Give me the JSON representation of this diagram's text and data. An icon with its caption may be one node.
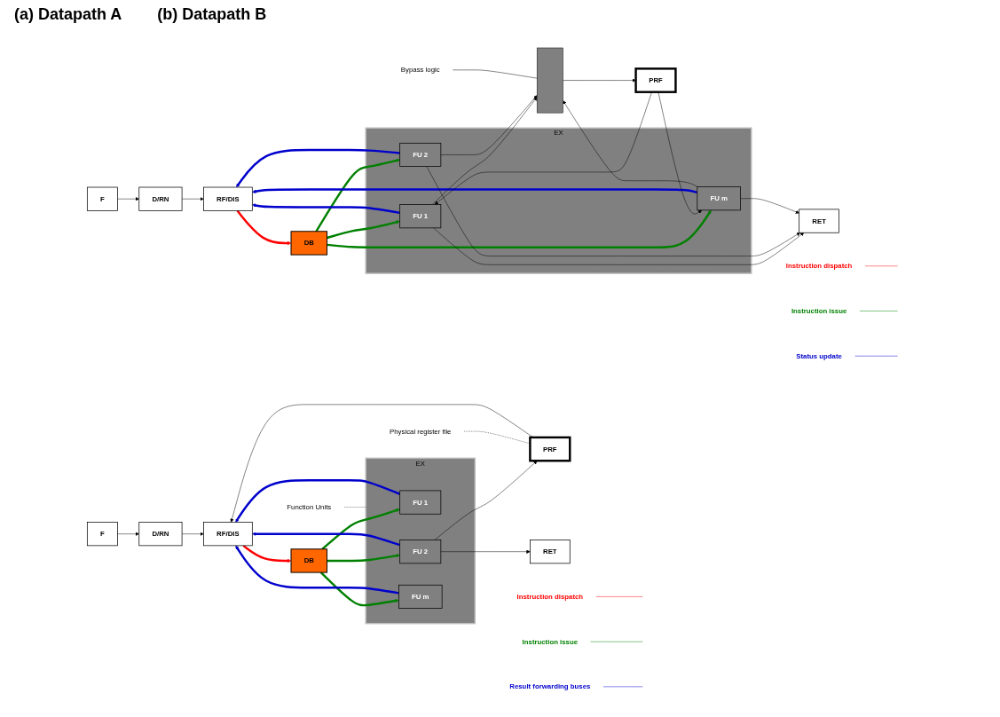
{
  "diagram": {
    "nodes": [
      {
        "text": [
          "F"
        ]
      },
      {
        "text": [
          "D/RN"
        ]
      },
      {
        "text": [
          "RF/DIS"
        ]
      },
      {
        "text": [
          "PRF"
        ]
      },
      {
        "text": [
          "DB"
        ]
      },
      {
        "text": [
          "EX"
        ]
      },
      {
        "text": [
          "FU 1"
        ],
        "in": 5
      },
      {
        "text": [
          "FU 2"
        ],
        "in": 5
      },
      {
        "text": [
          "FU m"
        ],
        "in": 5
      },
      {
        "text": [
          "RET"
        ]
      },
      {
        "text": [
          "Physical register file"
        ]
      },
      {
        "text": [
          "Instruction dispatch"
        ]
      },
      {
        "text": [
          "Instruction issue"
        ]
      },
      {
        "text": [
          "Function Units"
        ]
      },
      {
        "text": [
          "Result forwarding buses"
        ]
      },
      {
        "text": [
          "F"
        ]
      },
      {
        "text": [
          "D/RN"
        ]
      },
      {
        "text": [
          "RF/DIS"
        ]
      },
      {
        "text": [
          "PRF"
        ]
      },
      {
        "text": [],
        "shape": "bar"
      },
      {
        "text": [
          "DB"
        ]
      },
      {
        "text": [
          "EX"
        ]
      },
      {
        "text": [
          "FU 1"
        ],
        "in": 21
      },
      {
        "text": [
          "FU 2"
        ],
        "in": 21
      },
      {
        "text": [
          "FU m"
        ],
        "in": 21
      },
      {
        "text": [
          "RET"
        ]
      },
      {
        "text": [
          "Bypass logic"
        ]
      },
      {
        "text": [
          "Instruction dispatch"
        ]
      },
      {
        "text": [
          "Instruction issue"
        ]
      },
      {
        "text": [
          "Status update"
        ]
      }
    ],
    "edges": [
      {
        "from": 0,
        "to": 1,
        "arrow": "to"
      },
      {
        "from": 1,
        "to": 2,
        "arrow": "to"
      },
      {
        "from": 3,
        "to": 2,
        "arrow": "to"
      },
      {
        "from": 2,
        "to": 4,
        "arrow": "to",
        "style": "thick",
        "color": "#ff0000"
      },
      {
        "from": 4,
        "to": 6,
        "arrow": "to",
        "style": "thick",
        "color": "#008000"
      },
      {
        "from": 4,
        "to": 7,
        "arrow": "to",
        "style": "thick",
        "color": "#008000"
      },
      {
        "from": 4,
        "to": 8,
        "arrow": "to",
        "style": "thick",
        "color": "#008000"
      },
      {
        "from": 6,
        "to": 2,
        "arrow": "to",
        "style": "thick",
        "color": "#0000cc"
      },
      {
        "from": 7,
        "to": 2,
        "arrow": "to",
        "style": "thick",
        "color": "#0000cc"
      },
      {
        "from": 8,
        "to": 2,
        "arrow": "to",
        "style": "thick",
        "color": "#0000cc"
      },
      {
        "from": 7,
        "to": 9,
        "arrow": "to"
      },
      {
        "from": 7,
        "to": 3,
        "arrow": "to"
      },
      {
        "from": 10,
        "to": 3,
        "arrow": "none",
        "style": "dashed"
      },
      {
        "from": 11,
        "to": null,
        "arrow": "none",
        "color": "#ff0000"
      },
      {
        "from": 12,
        "to": null,
        "arrow": "none",
        "color": "#008000"
      },
      {
        "from": 13,
        "to": 5,
        "arrow": "none",
        "style": "dashed"
      },
      {
        "from": 14,
        "to": null,
        "arrow": "none",
        "color": "#0000cc"
      },
      {
        "from": 15,
        "to": 16,
        "arrow": "to"
      },
      {
        "from": 16,
        "to": 17,
        "arrow": "to"
      },
      {
        "from": 17,
        "to": 20,
        "arrow": "to",
        "style": "thick",
        "color": "#ff0000"
      },
      {
        "from": 20,
        "to": 22,
        "arrow": "to",
        "style": "thick",
        "color": "#008000"
      },
      {
        "from": 20,
        "to": 23,
        "arrow": "to",
        "style": "thick",
        "color": "#008000"
      },
      {
        "from": 20,
        "to": 24,
        "arrow": "to",
        "style": "thick",
        "color": "#008000"
      },
      {
        "from": 22,
        "to": 17,
        "arrow": "to",
        "style": "thick",
        "color": "#0000cc"
      },
      {
        "from": 23,
        "to": 17,
        "arrow": "to",
        "style": "thick",
        "color": "#0000cc"
      },
      {
        "from": 24,
        "to": 17,
        "arrow": "to",
        "style": "thick",
        "color": "#0000cc"
      },
      {
        "from": 22,
        "to": 25,
        "arrow": "to"
      },
      {
        "from": 23,
        "to": 25,
        "arrow": "to"
      },
      {
        "from": 24,
        "to": 25,
        "arrow": "to"
      },
      {
        "from": 22,
        "to": 19,
        "arrow": "to"
      },
      {
        "from": 23,
        "to": 19,
        "arrow": "to"
      },
      {
        "from": 24,
        "to": 19,
        "arrow": "to"
      },
      {
        "from": 19,
        "to": 18,
        "arrow": "to"
      },
      {
        "from": 18,
        "to": 22,
        "arrow": "to"
      },
      {
        "from": 18,
        "to": 24,
        "arrow": "to"
      },
      {
        "from": 26,
        "to": 19,
        "arrow": "none"
      },
      {
        "from": 27,
        "to": null,
        "arrow": "none",
        "color": "#ff0000"
      },
      {
        "from": 28,
        "to": null,
        "arrow": "none",
        "color": "#008000"
      },
      {
        "from": 29,
        "to": null,
        "arrow": "none",
        "color": "#0000cc"
      }
    ],
    "labels": [
      "(a) Datapath A",
      "(b) Datapath B"
    ]
  }
}
